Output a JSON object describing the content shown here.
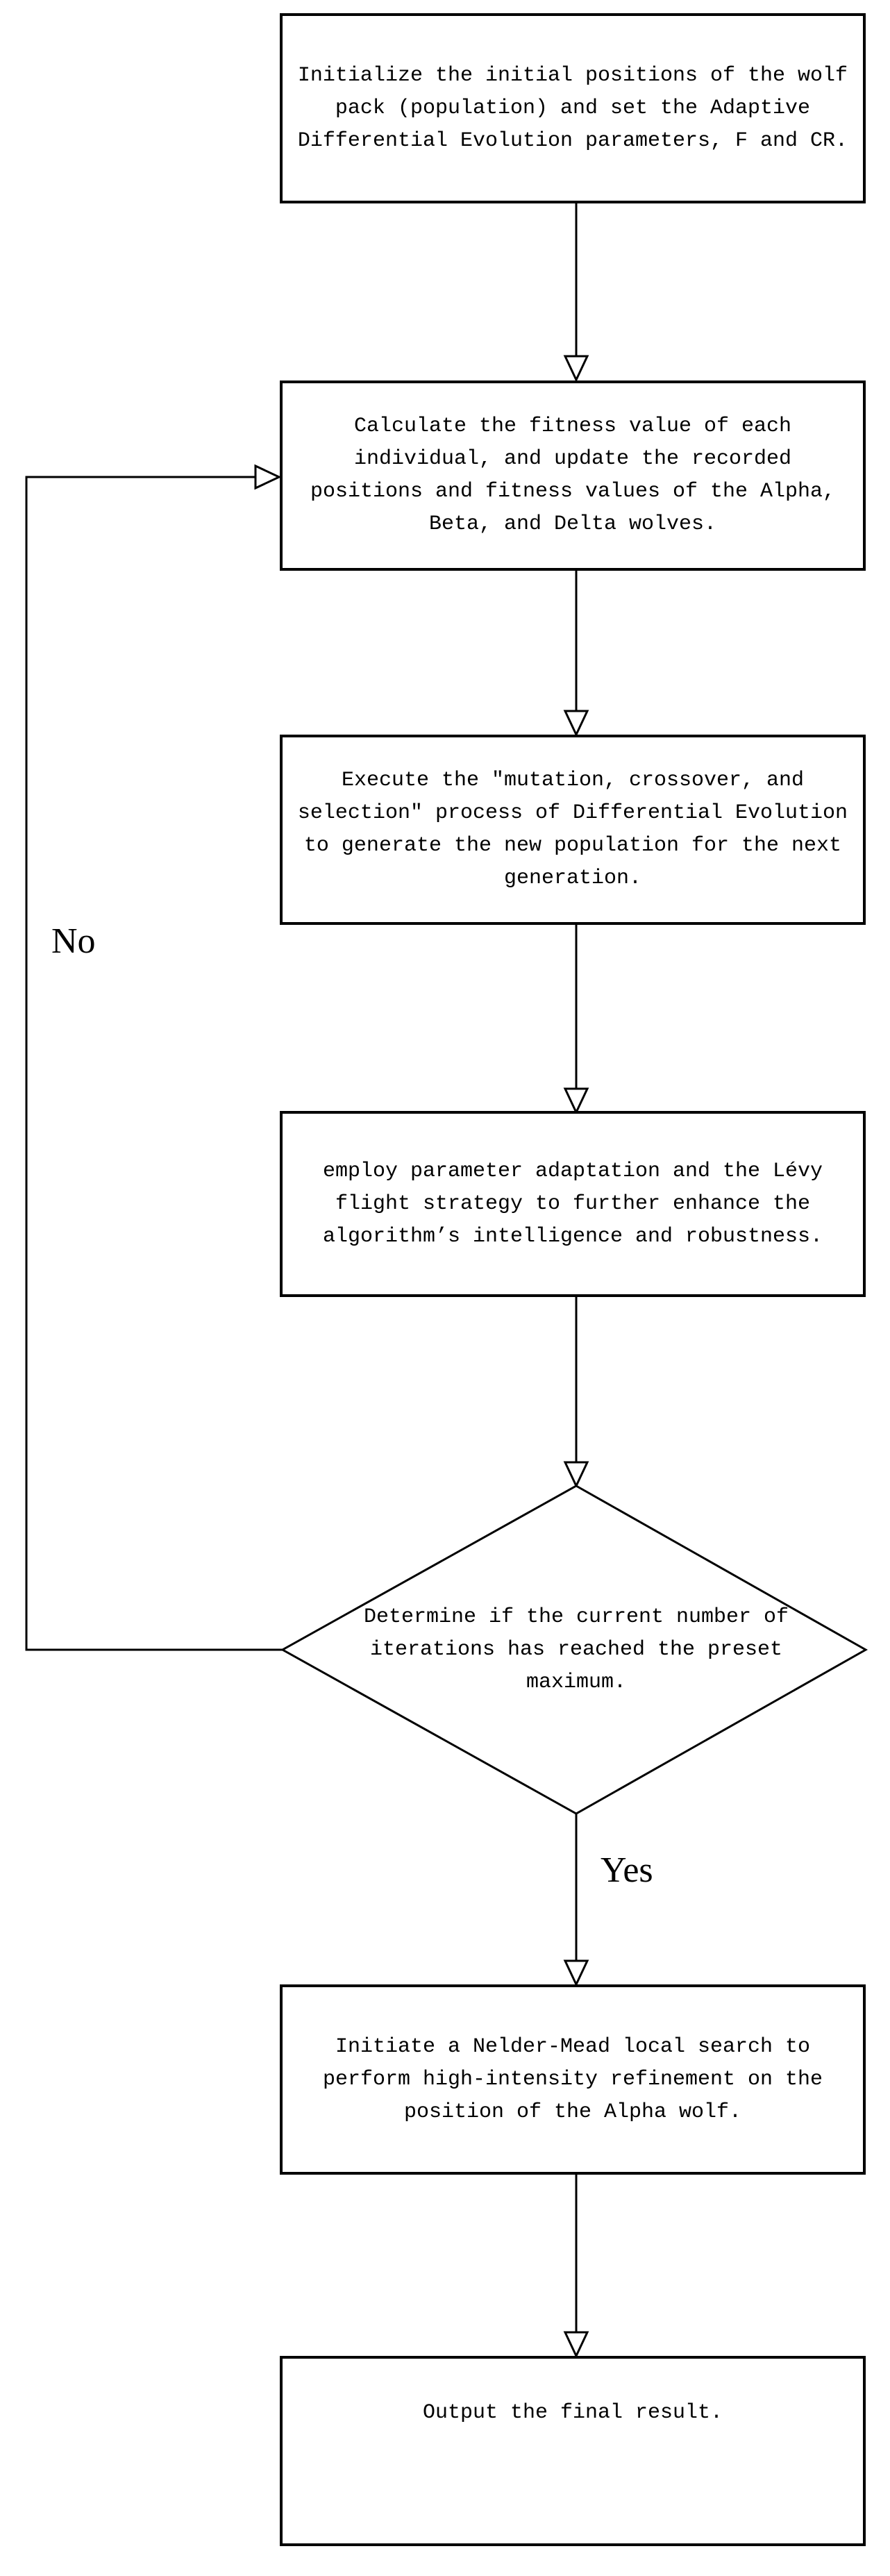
{
  "page": {
    "background": "#ffffff",
    "line_color": "#000000"
  },
  "flowchart": {
    "nodes": {
      "initialize": {
        "type": "process",
        "text": "Initialize the initial positions of the wolf\npack (population) and set the Adaptive\nDifferential Evolution parameters, F and CR."
      },
      "fitness": {
        "type": "process",
        "text": "Calculate the fitness value of each\nindividual, and update the recorded\npositions and fitness values of the Alpha,\nBeta, and Delta wolves."
      },
      "evolution": {
        "type": "process",
        "text": "Execute the ″mutation, crossover, and\nselection″ process of Differential Evolution\nto generate the new population for the next\ngeneration."
      },
      "levy": {
        "type": "process",
        "text": "employ parameter adaptation and the Lévy\nflight strategy to further enhance the\nalgorithm’s intelligence and robustness."
      },
      "decision": {
        "type": "decision",
        "text": "Determine if the current number of\niterations has reached the preset\nmaximum."
      },
      "nelder_mead": {
        "type": "process",
        "text": "Initiate a Nelder-Mead local search to\nperform high-intensity refinement on the\nposition of the Alpha wolf."
      },
      "output": {
        "type": "process",
        "text": "Output the final result."
      }
    },
    "branch_labels": {
      "no": "No",
      "yes": "Yes"
    }
  }
}
